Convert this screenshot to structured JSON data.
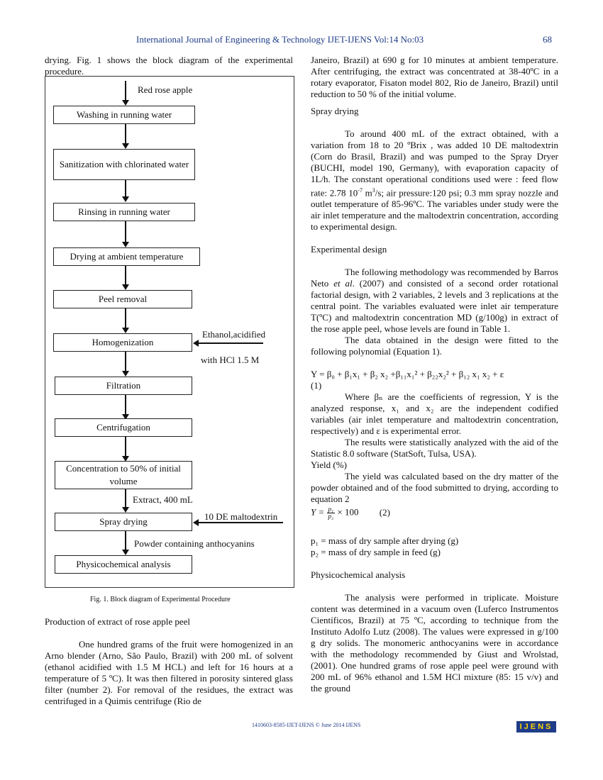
{
  "header": {
    "journal": "International Journal of Engineering & Technology IJET-IJENS Vol:14 No:03",
    "page": "68"
  },
  "left": {
    "intro": "drying. Fig. 1 shows the block diagram of the experimental procedure.",
    "flow": {
      "top_label": "Red rose apple",
      "steps": [
        "Washing in running water",
        "Sanitization with chlorinated water",
        "Rinsing in running water",
        "Drying at ambient temperature",
        "Peel removal",
        "Homogenization",
        "Filtration",
        "Centrifugation",
        "Concentration to 50% of initial volume",
        "Spray drying",
        "Physicochemical analysis"
      ],
      "side_input_1a": "Ethanol,acidified",
      "side_input_1b": "with HCl 1.5 M",
      "extract_label": "Extract, 400 mL",
      "side_input_2": "10 DE maltodextrin",
      "output_label": "Powder containing anthocyanins"
    },
    "caption": "Fig. 1. Block diagram  of Experimental Procedure",
    "section": "Production of extract of rose apple peel",
    "para": "One hundred grams of the fruit were homogenized in an Arno blender (Arno, São Paulo, Brazil) with 200 mL of solvent (ethanol acidified with 1.5 M HCL) and left for 16 hours at a temperature of 5 ºC). It was then filtered in porosity sintered glass filter  (number 2). For removal of the residues, the extract was centrifuged in a Quimis centrifuge (Rio de"
  },
  "right": {
    "p1": "Janeiro, Brazil) at 690 g for 10 minutes at ambient temperature. After centrifuging, the extract was concentrated at 38-40ºC in a rotary evaporator, Fisaton model 802, Rio de Janeiro, Brazil) until reduction to 50 % of the initial volume.",
    "s_spray": "Spray drying",
    "p2a": "To around 400 mL of the extract obtained, with a variation from 18 to 20 ºBrix , was added 10 DE maltodextrin (Corn do Brasil, Brazil) and was pumped to the Spray Dryer (BUCHI, model 190, Germany), with evaporation capacity of 1L/h. The constant operational conditions used were : feed flow rate: 2.78 10",
    "p2_exp": "-7",
    "p2b": " m",
    "p2_exp2": "3",
    "p2c": "/s; air pressure:120 psi; 0.3 mm spray nozzle and outlet temperature of 85-96ºC. The variables under study were the air inlet temperature and the maltodextrin concentration, according to experimental design.",
    "s_design": "Experimental design",
    "p3a": "The following methodology was recommended by Barros Neto ",
    "p3_etal": "et al",
    "p3b": ". (2007) and consisted of a second order rotational factorial design, with 2 variables, 2 levels and 3 replications at the central point. The variables evaluated were inlet air temperature T(ºC) and maltodextrin concentration MD (g/100g) in extract of the rose apple peel, whose levels are found in Table 1.",
    "p4": "The data obtained in the design were fitted to the following polynomial (Equation 1).",
    "eq1": "Y = β₀ + β₁x₁ + β₂ x₂ +β₁₁x₁² + β₂₂x₂² + β₁₂ x₁ x₂ + ε",
    "eq1_num": "(1)",
    "p5": "Where βₙ are the coefficients of regression, Y is the analyzed response, x₁ and x₂ are the independent codified variables (air inlet temperature and maltodextrin concentration, respectively) and ε is experimental error.",
    "p6": "The results were statistically analyzed with the aid of the Statistic 8.0 software (StatSoft, Tulsa, USA).",
    "yield_head": "Yield (%)",
    "p7": "The yield was calculated based on the dry matter of the powder obtained and of the food submitted to drying, according to equation 2",
    "eq2_lhs": "Y  =",
    "eq2_num": "p₁",
    "eq2_den": "p₂",
    "eq2_rhs": "× 100",
    "eq2_no": "(2)",
    "def1": "p₁ = mass of dry sample after drying (g)",
    "def2": "p₂ = mass of dry sample in feed (g)",
    "s_phys": "Physicochemical analysis",
    "p8": "The analysis were performed in triplicate. Moisture content was determined in a vacuum oven (Luferco Instrumentos Científicos, Brazil) at 75 ºC, according to technique from the Instituto Adolfo Lutz (2008). The values were expressed in g/100 g dry solids. The monomeric anthocyanins were in accordance with the methodology recommended by Giust and Wrolstad, (2001). One hundred grams of rose apple peel were ground with 200 mL of 96% ethanol and 1.5M HCl mixture (85: 15 v/v) and the ground"
  },
  "footer": {
    "code": "1410603-8585-IJET-IJENS © June 2014 IJENS",
    "logo": "IJENS"
  }
}
